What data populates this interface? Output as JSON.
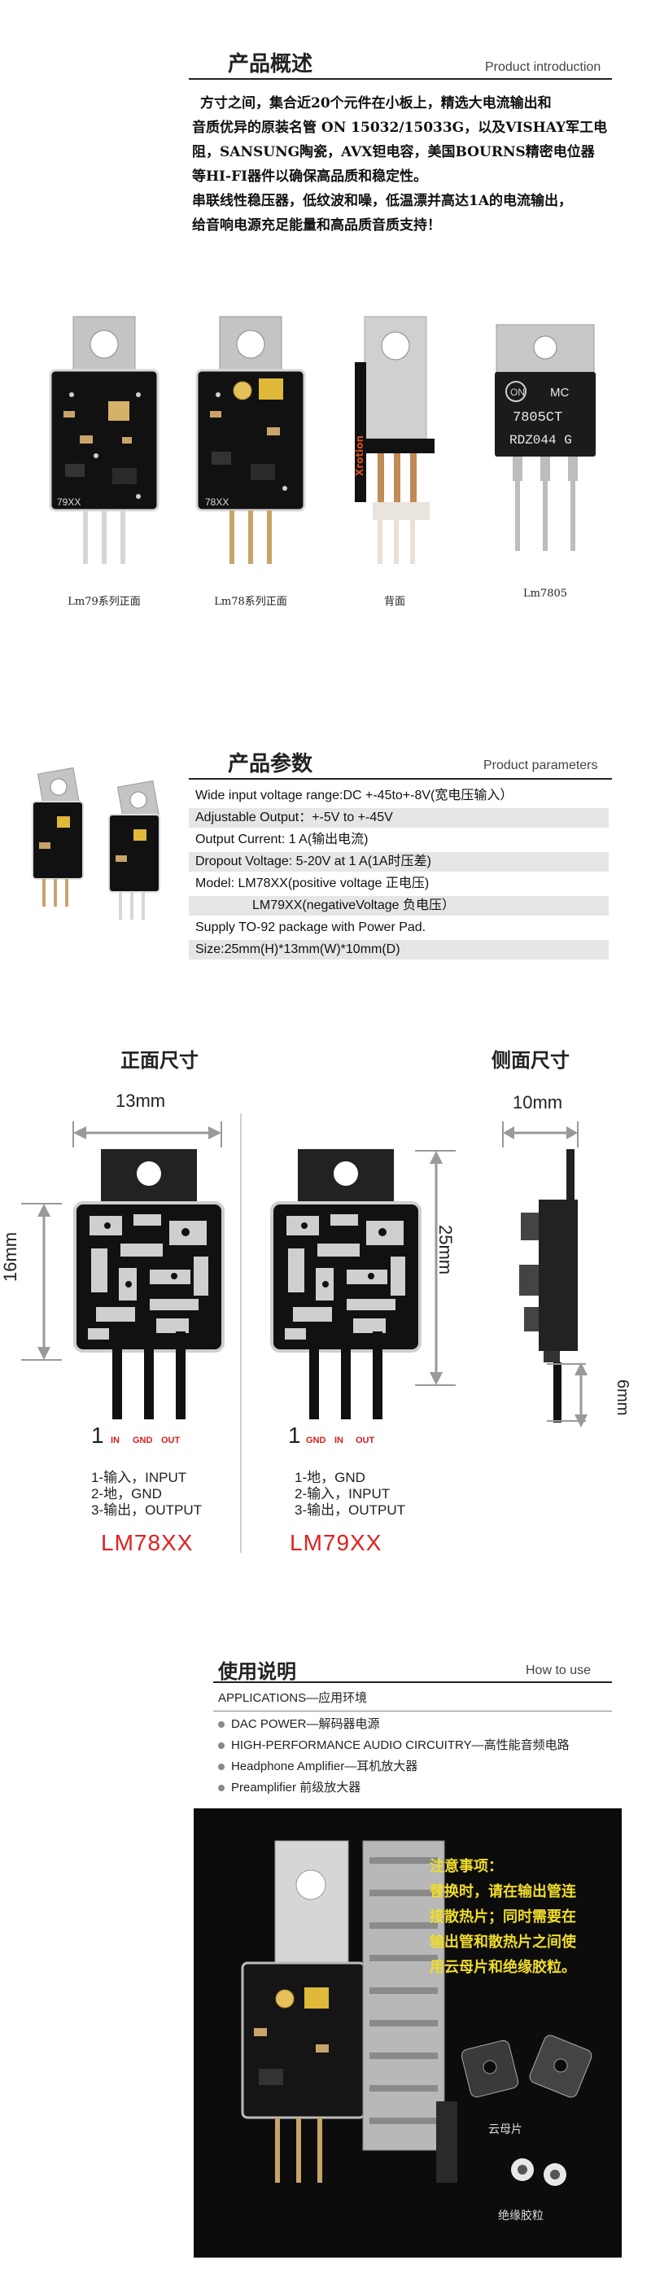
{
  "overview": {
    "title": "产品概述",
    "title_en": "Product introduction",
    "paragraph_lines": [
      "方寸之间，集合近20个元件在小板上，精选大电流输出和",
      "音质优异的原装名管 ON 15032/15033G，以及VISHAY军工电",
      "阻，SANSUNG陶瓷，AVX钽电容，美国BOURNS精密电位器",
      "等HI-FI器件以确保高品质和稳定性。",
      "串联线性稳压器，低纹波和噪，低温漂并高达1A的电流输出，",
      "给音响电源充足能量和高品质音质支持！"
    ],
    "board_silk": [
      "79XX",
      "78XX"
    ],
    "chip_marking": [
      "MC",
      "7805CT",
      "RDZ044 G"
    ],
    "back_brand": "Xrotion",
    "captions": [
      "Lm79系列正面",
      "Lm78系列正面",
      "背面",
      "Lm7805"
    ]
  },
  "params": {
    "title": "产品参数",
    "title_en": "Product parameters",
    "rows": [
      "Wide input voltage range:DC +-45to+-8V(宽电压输入）",
      "Adjustable Output：+-5V to +-45V",
      "Output Current: 1 A(输出电流)",
      "Dropout Voltage: 5-20V at 1 A(1A时压差)",
      "Model: LM78XX(positive voltage    正电压)",
      "LM79XX(negativeVoltage 负电压）",
      "Supply TO-92 package with Power Pad.",
      "Size:25mm(H)*13mm(W)*10mm(D)"
    ]
  },
  "dimensions": {
    "front_title": "正面尺寸",
    "side_title": "侧面尺寸",
    "width_label": "13mm",
    "height_label": "16mm",
    "total_height_label": "25mm",
    "depth_label": "10mm",
    "pin_length_label": "6mm",
    "pin_one": "1",
    "lm78_pins": [
      "IN",
      "GND",
      "OUT"
    ],
    "lm79_pins": [
      "GND",
      "IN",
      "OUT"
    ],
    "lm78_list": [
      "1-输入，INPUT",
      "2-地，GND",
      "3-输出，OUTPUT"
    ],
    "lm79_list": [
      "1-地，GND",
      "2-输入，INPUT",
      "3-输出，OUTPUT"
    ],
    "lm78_model": "LM78XX",
    "lm79_model": "LM79XX"
  },
  "usage": {
    "title": "使用说明",
    "title_en": "How to use",
    "apps_heading": "APPLICATIONS—应用环境",
    "items": [
      "DAC POWER—解码器电源",
      "HIGH-PERFORMANCE AUDIO CIRCUITRY—高性能音频电路",
      "Headphone Amplifier—耳机放大器",
      "Preamplifier 前级放大器"
    ],
    "notice_lines": [
      "注意事项：",
      "替换时，请在输出管连",
      "接散热片；同时需要在",
      "输出管和散热片之间使",
      "用云母片和绝缘胶粒。"
    ],
    "mica_label": "云母片",
    "insulator_label": "绝缘胶粒"
  },
  "colors": {
    "accent_red": "#e02020",
    "notice_yellow": "#f0dc2a",
    "pcb_black": "#111111",
    "tab_gray": "#c9c9c9"
  }
}
